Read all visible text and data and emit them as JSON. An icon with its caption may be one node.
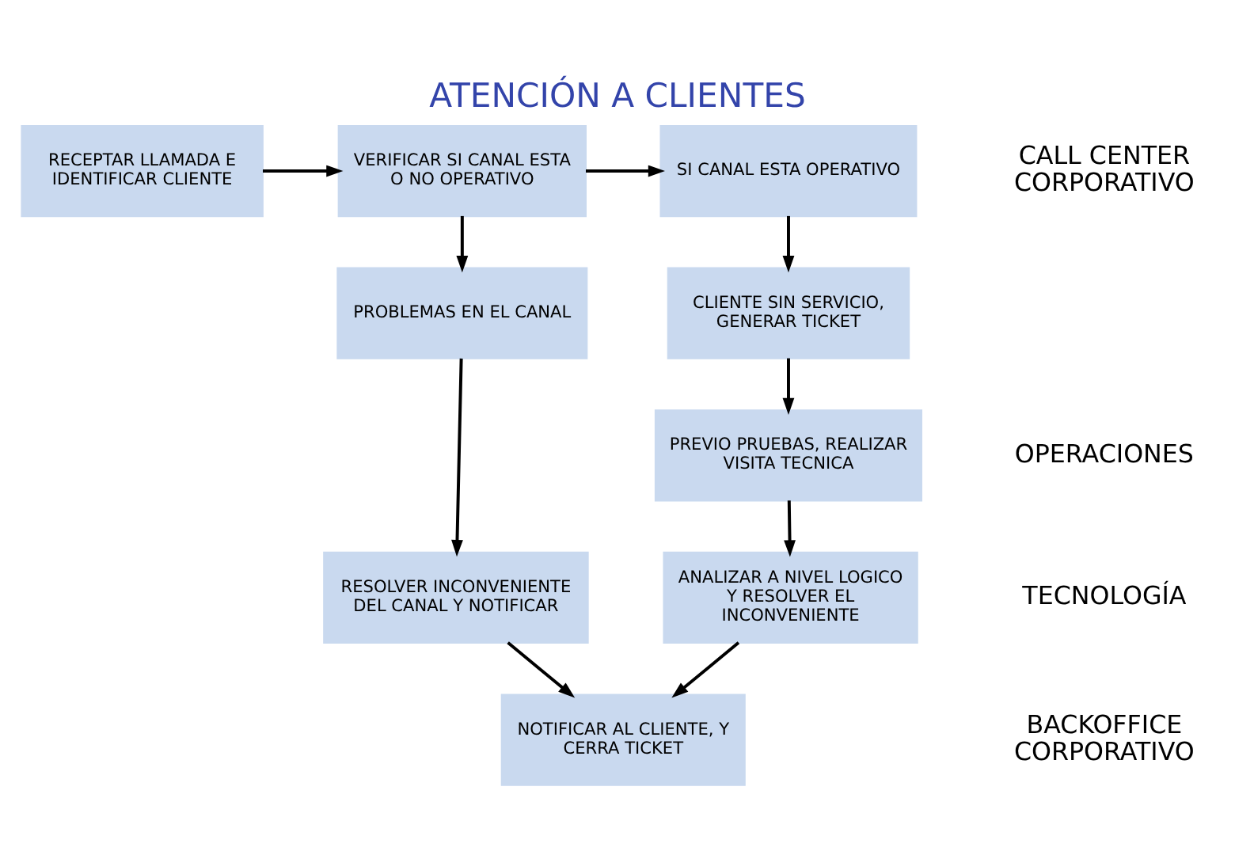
{
  "diagram": {
    "title": "ATENCIÓN A CLIENTES",
    "nodes": [
      {
        "text": [
          "RECEPTAR LLAMADA E IDENTIFICAR CLIENTE"
        ]
      },
      {
        "text": [
          "VERIFICAR SI CANAL ESTA O NO OPERATIVO"
        ]
      },
      {
        "text": [
          "SI CANAL ESTA OPERATIVO"
        ]
      },
      {
        "text": [
          "PROBLEMAS EN EL CANAL"
        ]
      },
      {
        "text": [
          "CLIENTE SIN SERVICIO, GENERAR TICKET"
        ]
      },
      {
        "text": [
          "PREVIO PRUEBAS, REALIZAR VISITA TECNICA"
        ]
      },
      {
        "text": [
          "RESOLVER INCONVENIENTE DEL CANAL Y NOTIFICAR"
        ]
      },
      {
        "text": [
          "ANALIZAR A NIVEL LOGICO Y RESOLVER EL INCONVENIENTE"
        ]
      },
      {
        "text": [
          "NOTIFICAR AL CLIENTE, Y CERRA TICKET"
        ]
      }
    ],
    "edges": [
      {
        "from": 0,
        "to": 1,
        "arrow": "to"
      },
      {
        "from": 1,
        "to": 2,
        "arrow": "to"
      },
      {
        "from": 1,
        "to": 3,
        "arrow": "to"
      },
      {
        "from": 2,
        "to": 4,
        "arrow": "to"
      },
      {
        "from": 4,
        "to": 5,
        "arrow": "to"
      },
      {
        "from": 3,
        "to": 6,
        "arrow": "to"
      },
      {
        "from": 5,
        "to": 7,
        "arrow": "to"
      },
      {
        "from": 6,
        "to": 8,
        "arrow": "to"
      },
      {
        "from": 7,
        "to": 8,
        "arrow": "to"
      }
    ],
    "labels": [
      "CALL CENTER CORPORATIVO",
      "OPERACIONES",
      "TECNOLOGÍA",
      "BACKOFFICE CORPORATIVO"
    ]
  }
}
